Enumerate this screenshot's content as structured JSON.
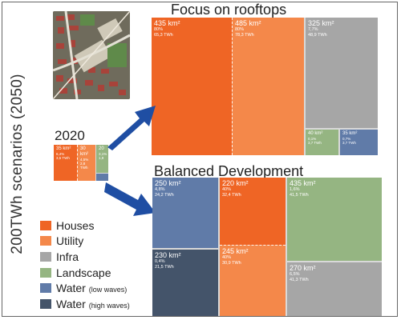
{
  "title": "200TWh  scenarios (2050)",
  "colors": {
    "houses": "#ef6525",
    "utility": "#f4884a",
    "infra": "#a6a6a6",
    "landscape": "#95b582",
    "water_low": "#607ba8",
    "water_high": "#44546a",
    "arrow": "#1f4ea3"
  },
  "baseline": {
    "label": "2020",
    "cells": [
      {
        "category": "houses",
        "area": "35 km²",
        "share": "6,4%",
        "energy": "3,5 TWh"
      },
      {
        "category": "utility",
        "area": "30 km²",
        "share": "4,5%",
        "energy": "2,8 TWh"
      },
      {
        "category": "landscape",
        "area": "20",
        "share": "3,1%",
        "energy": "1,9"
      },
      {
        "category": "water_low",
        "area": "",
        "share": "",
        "energy": ""
      }
    ]
  },
  "scenarios": [
    {
      "name": "Focus on rooftops",
      "cells": [
        {
          "category": "houses",
          "area": "435 km²",
          "share": "80%",
          "energy": "65,3 TWh"
        },
        {
          "category": "utility",
          "area": "485 km²",
          "share": "80%",
          "energy": "78,3 TWh"
        },
        {
          "category": "infra",
          "area": "325 km²",
          "share": "7,7%",
          "energy": "48,9 TWh"
        },
        {
          "category": "landscape",
          "area": "40 km²",
          "share": "0,1%",
          "energy": "3,7 TWh"
        },
        {
          "category": "water_low",
          "area": "35 km²",
          "share": "0,7%",
          "energy": "3,7 TWh"
        }
      ]
    },
    {
      "name": "Balanced Development",
      "cells": [
        {
          "category": "water_low",
          "area": "250 km²",
          "share": "4,8%",
          "energy": "24,2 TWh"
        },
        {
          "category": "water_high",
          "area": "230 km²",
          "share": "0,4%",
          "energy": "21,5 TWh"
        },
        {
          "category": "houses",
          "area": "220 km²",
          "share": "40%",
          "energy": "32,4 TWh"
        },
        {
          "category": "utility",
          "area": "245 km²",
          "share": "40%",
          "energy": "30,9 TWh"
        },
        {
          "category": "landscape",
          "area": "435 km²",
          "share": "1,6%",
          "energy": "41,5 TWh"
        },
        {
          "category": "infra",
          "area": "270 km²",
          "share": "6,5%",
          "energy": "41,3 TWh"
        }
      ]
    }
  ],
  "legend": [
    {
      "key": "houses",
      "label": "Houses",
      "note": ""
    },
    {
      "key": "utility",
      "label": "Utility",
      "note": ""
    },
    {
      "key": "infra",
      "label": "Infra",
      "note": ""
    },
    {
      "key": "landscape",
      "label": "Landscape",
      "note": ""
    },
    {
      "key": "water_low",
      "label": "Water",
      "note": "(low waves)"
    },
    {
      "key": "water_high",
      "label": "Water",
      "note": "(high waves)"
    }
  ]
}
